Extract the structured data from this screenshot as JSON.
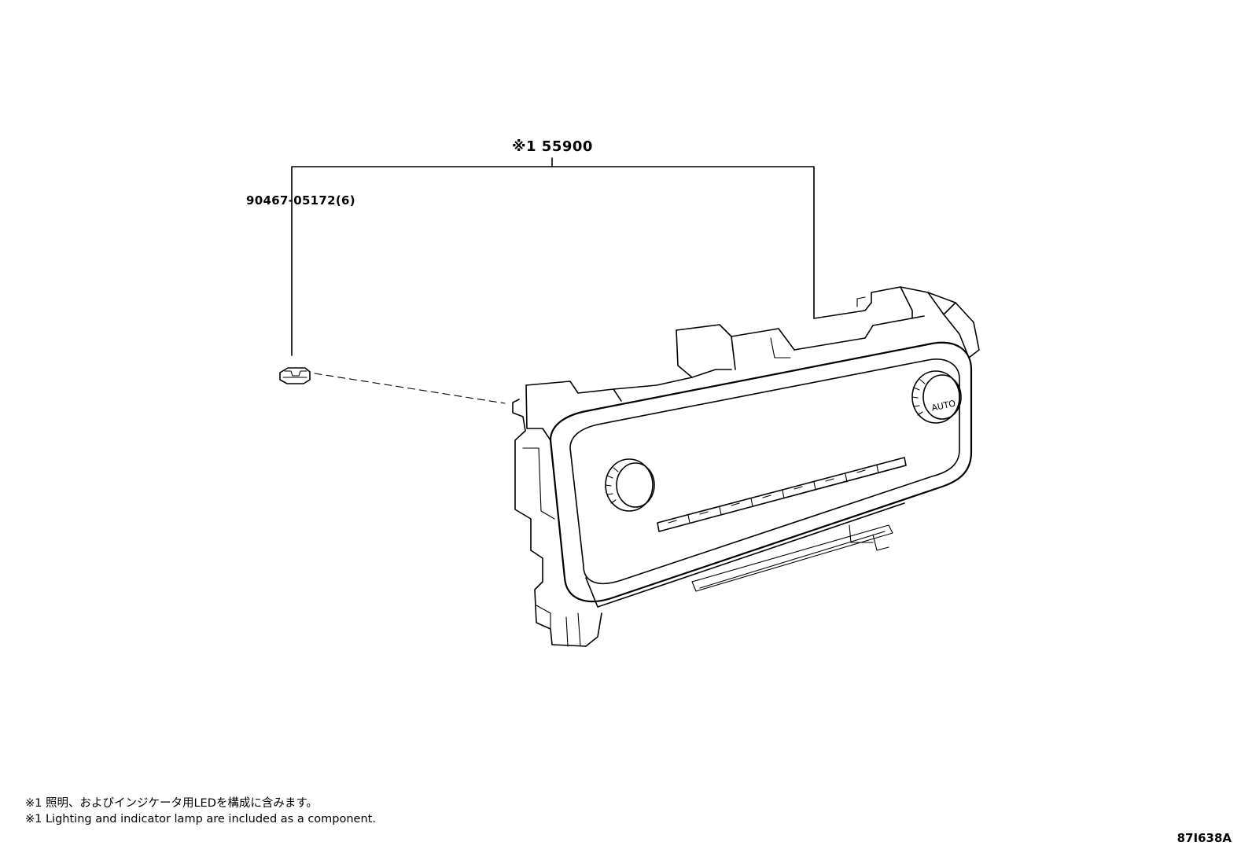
{
  "parts": {
    "main_part_number": "※1 55900",
    "clip_part_number": "90467-05172(6)"
  },
  "notes": {
    "japanese": "※1 照明、およびインジケータ用LEDを構成に含みます。",
    "english": "※1 Lighting and indicator lamp are included as a component."
  },
  "figure_id": "87I638A",
  "knob_labels": {
    "right_knob": "AUTO"
  }
}
